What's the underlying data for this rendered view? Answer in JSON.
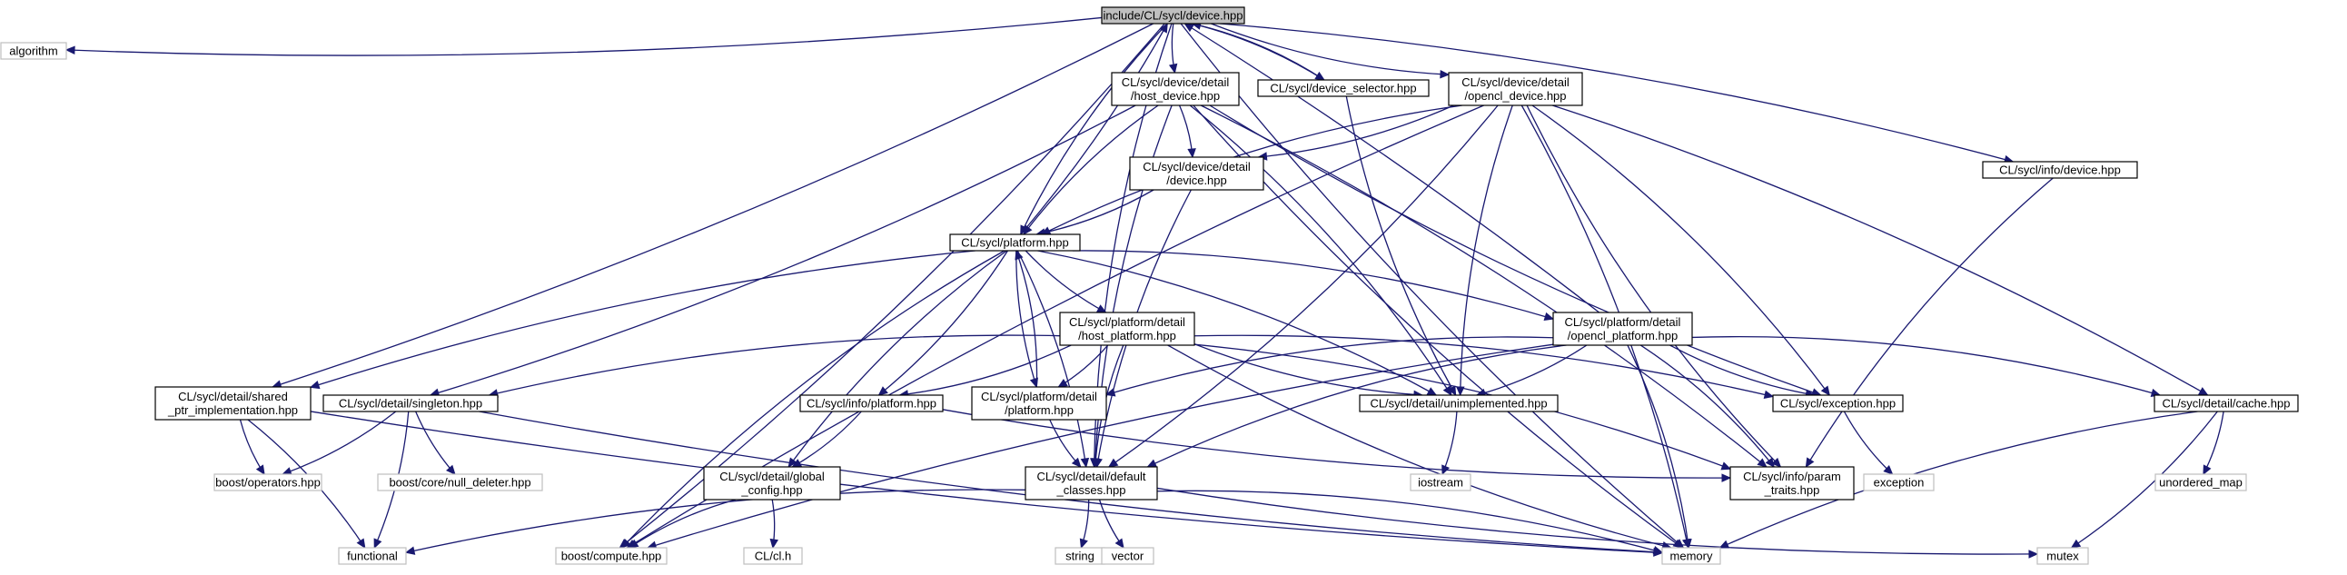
{
  "diagram": {
    "colors": {
      "edge": "#191970",
      "node_border": "#000000",
      "external_border": "#bfbfbf",
      "root_fill": "#bfbfbf"
    },
    "nodes": [
      {
        "id": "root",
        "lines": [
          "include/CL/sycl/device.hpp"
        ],
        "kind": "root"
      },
      {
        "id": "algorithm",
        "lines": [
          "algorithm"
        ],
        "kind": "external"
      },
      {
        "id": "host_device",
        "lines": [
          "CL/sycl/device/detail",
          "/host_device.hpp"
        ],
        "kind": "header"
      },
      {
        "id": "device_selector",
        "lines": [
          "CL/sycl/device_selector.hpp"
        ],
        "kind": "header"
      },
      {
        "id": "opencl_device",
        "lines": [
          "CL/sycl/device/detail",
          "/opencl_device.hpp"
        ],
        "kind": "header"
      },
      {
        "id": "info_device",
        "lines": [
          "CL/sycl/info/device.hpp"
        ],
        "kind": "header"
      },
      {
        "id": "detail_device",
        "lines": [
          "CL/sycl/device/detail",
          "/device.hpp"
        ],
        "kind": "header"
      },
      {
        "id": "platform",
        "lines": [
          "CL/sycl/platform.hpp"
        ],
        "kind": "header"
      },
      {
        "id": "host_platform",
        "lines": [
          "CL/sycl/platform/detail",
          "/host_platform.hpp"
        ],
        "kind": "header"
      },
      {
        "id": "opencl_platform",
        "lines": [
          "CL/sycl/platform/detail",
          "/opencl_platform.hpp"
        ],
        "kind": "header"
      },
      {
        "id": "shared_ptr",
        "lines": [
          "CL/sycl/detail/shared",
          "_ptr_implementation.hpp"
        ],
        "kind": "header"
      },
      {
        "id": "singleton",
        "lines": [
          "CL/sycl/detail/singleton.hpp"
        ],
        "kind": "header"
      },
      {
        "id": "info_platform",
        "lines": [
          "CL/sycl/info/platform.hpp"
        ],
        "kind": "header"
      },
      {
        "id": "platform_detail",
        "lines": [
          "CL/sycl/platform/detail",
          "/platform.hpp"
        ],
        "kind": "header"
      },
      {
        "id": "unimplemented",
        "lines": [
          "CL/sycl/detail/unimplemented.hpp"
        ],
        "kind": "header"
      },
      {
        "id": "exception",
        "lines": [
          "CL/sycl/exception.hpp"
        ],
        "kind": "header"
      },
      {
        "id": "cache",
        "lines": [
          "CL/sycl/detail/cache.hpp"
        ],
        "kind": "header"
      },
      {
        "id": "boost_operators",
        "lines": [
          "boost/operators.hpp"
        ],
        "kind": "external"
      },
      {
        "id": "null_deleter",
        "lines": [
          "boost/core/null_deleter.hpp"
        ],
        "kind": "external"
      },
      {
        "id": "global_config",
        "lines": [
          "CL/sycl/detail/global",
          "_config.hpp"
        ],
        "kind": "header"
      },
      {
        "id": "default_classes",
        "lines": [
          "CL/sycl/detail/default",
          "_classes.hpp"
        ],
        "kind": "header"
      },
      {
        "id": "iostream",
        "lines": [
          "iostream"
        ],
        "kind": "external"
      },
      {
        "id": "param_traits",
        "lines": [
          "CL/sycl/info/param",
          "_traits.hpp"
        ],
        "kind": "header"
      },
      {
        "id": "exception_std",
        "lines": [
          "exception"
        ],
        "kind": "external"
      },
      {
        "id": "unordered_map",
        "lines": [
          "unordered_map"
        ],
        "kind": "external"
      },
      {
        "id": "functional",
        "lines": [
          "functional"
        ],
        "kind": "external"
      },
      {
        "id": "boost_compute",
        "lines": [
          "boost/compute.hpp"
        ],
        "kind": "external"
      },
      {
        "id": "cl_h",
        "lines": [
          "CL/cl.h"
        ],
        "kind": "external"
      },
      {
        "id": "string",
        "lines": [
          "string"
        ],
        "kind": "external"
      },
      {
        "id": "vector",
        "lines": [
          "vector"
        ],
        "kind": "external"
      },
      {
        "id": "memory",
        "lines": [
          "memory"
        ],
        "kind": "external"
      },
      {
        "id": "mutex",
        "lines": [
          "mutex"
        ],
        "kind": "external"
      }
    ],
    "edges": [
      [
        "root",
        "algorithm"
      ],
      [
        "root",
        "host_device"
      ],
      [
        "root",
        "device_selector"
      ],
      [
        "root",
        "opencl_device"
      ],
      [
        "root",
        "info_device"
      ],
      [
        "root",
        "platform"
      ],
      [
        "root",
        "shared_ptr"
      ],
      [
        "root",
        "default_classes"
      ],
      [
        "root",
        "boost_compute"
      ],
      [
        "root",
        "memory"
      ],
      [
        "host_device",
        "detail_device"
      ],
      [
        "host_device",
        "platform"
      ],
      [
        "host_device",
        "singleton"
      ],
      [
        "host_device",
        "default_classes"
      ],
      [
        "host_device",
        "unimplemented"
      ],
      [
        "host_device",
        "exception"
      ],
      [
        "host_device",
        "param_traits"
      ],
      [
        "host_device",
        "memory"
      ],
      [
        "device_selector",
        "root"
      ],
      [
        "device_selector",
        "unimplemented"
      ],
      [
        "opencl_device",
        "detail_device"
      ],
      [
        "opencl_device",
        "platform"
      ],
      [
        "opencl_device",
        "default_classes"
      ],
      [
        "opencl_device",
        "unimplemented"
      ],
      [
        "opencl_device",
        "exception"
      ],
      [
        "opencl_device",
        "param_traits"
      ],
      [
        "opencl_device",
        "cache"
      ],
      [
        "opencl_device",
        "boost_compute"
      ],
      [
        "opencl_device",
        "memory"
      ],
      [
        "info_device",
        "param_traits"
      ],
      [
        "detail_device",
        "platform"
      ],
      [
        "detail_device",
        "default_classes"
      ],
      [
        "platform",
        "root"
      ],
      [
        "platform",
        "host_platform"
      ],
      [
        "platform",
        "opencl_platform"
      ],
      [
        "platform",
        "shared_ptr"
      ],
      [
        "platform",
        "info_platform"
      ],
      [
        "platform",
        "platform_detail"
      ],
      [
        "platform",
        "unimplemented"
      ],
      [
        "platform",
        "global_config"
      ],
      [
        "platform",
        "default_classes"
      ],
      [
        "platform",
        "boost_compute"
      ],
      [
        "host_platform",
        "platform_detail"
      ],
      [
        "host_platform",
        "singleton"
      ],
      [
        "host_platform",
        "info_platform"
      ],
      [
        "host_platform",
        "unimplemented"
      ],
      [
        "host_platform",
        "exception"
      ],
      [
        "host_platform",
        "default_classes"
      ],
      [
        "host_platform",
        "param_traits"
      ],
      [
        "host_platform",
        "memory"
      ],
      [
        "opencl_platform",
        "root"
      ],
      [
        "opencl_platform",
        "platform_detail"
      ],
      [
        "opencl_platform",
        "unimplemented"
      ],
      [
        "opencl_platform",
        "exception"
      ],
      [
        "opencl_platform",
        "cache"
      ],
      [
        "opencl_platform",
        "default_classes"
      ],
      [
        "opencl_platform",
        "param_traits"
      ],
      [
        "opencl_platform",
        "boost_compute"
      ],
      [
        "opencl_platform",
        "memory"
      ],
      [
        "shared_ptr",
        "boost_operators"
      ],
      [
        "shared_ptr",
        "functional"
      ],
      [
        "shared_ptr",
        "memory"
      ],
      [
        "singleton",
        "boost_operators"
      ],
      [
        "singleton",
        "null_deleter"
      ],
      [
        "singleton",
        "functional"
      ],
      [
        "singleton",
        "memory"
      ],
      [
        "info_platform",
        "global_config"
      ],
      [
        "info_platform",
        "param_traits"
      ],
      [
        "platform_detail",
        "platform"
      ],
      [
        "platform_detail",
        "default_classes"
      ],
      [
        "unimplemented",
        "iostream"
      ],
      [
        "exception",
        "exception_std"
      ],
      [
        "cache",
        "unordered_map"
      ],
      [
        "cache",
        "memory"
      ],
      [
        "cache",
        "mutex"
      ],
      [
        "global_config",
        "boost_compute"
      ],
      [
        "global_config",
        "cl_h"
      ],
      [
        "default_classes",
        "functional"
      ],
      [
        "default_classes",
        "string"
      ],
      [
        "default_classes",
        "vector"
      ],
      [
        "default_classes",
        "memory"
      ],
      [
        "default_classes",
        "mutex"
      ]
    ]
  }
}
